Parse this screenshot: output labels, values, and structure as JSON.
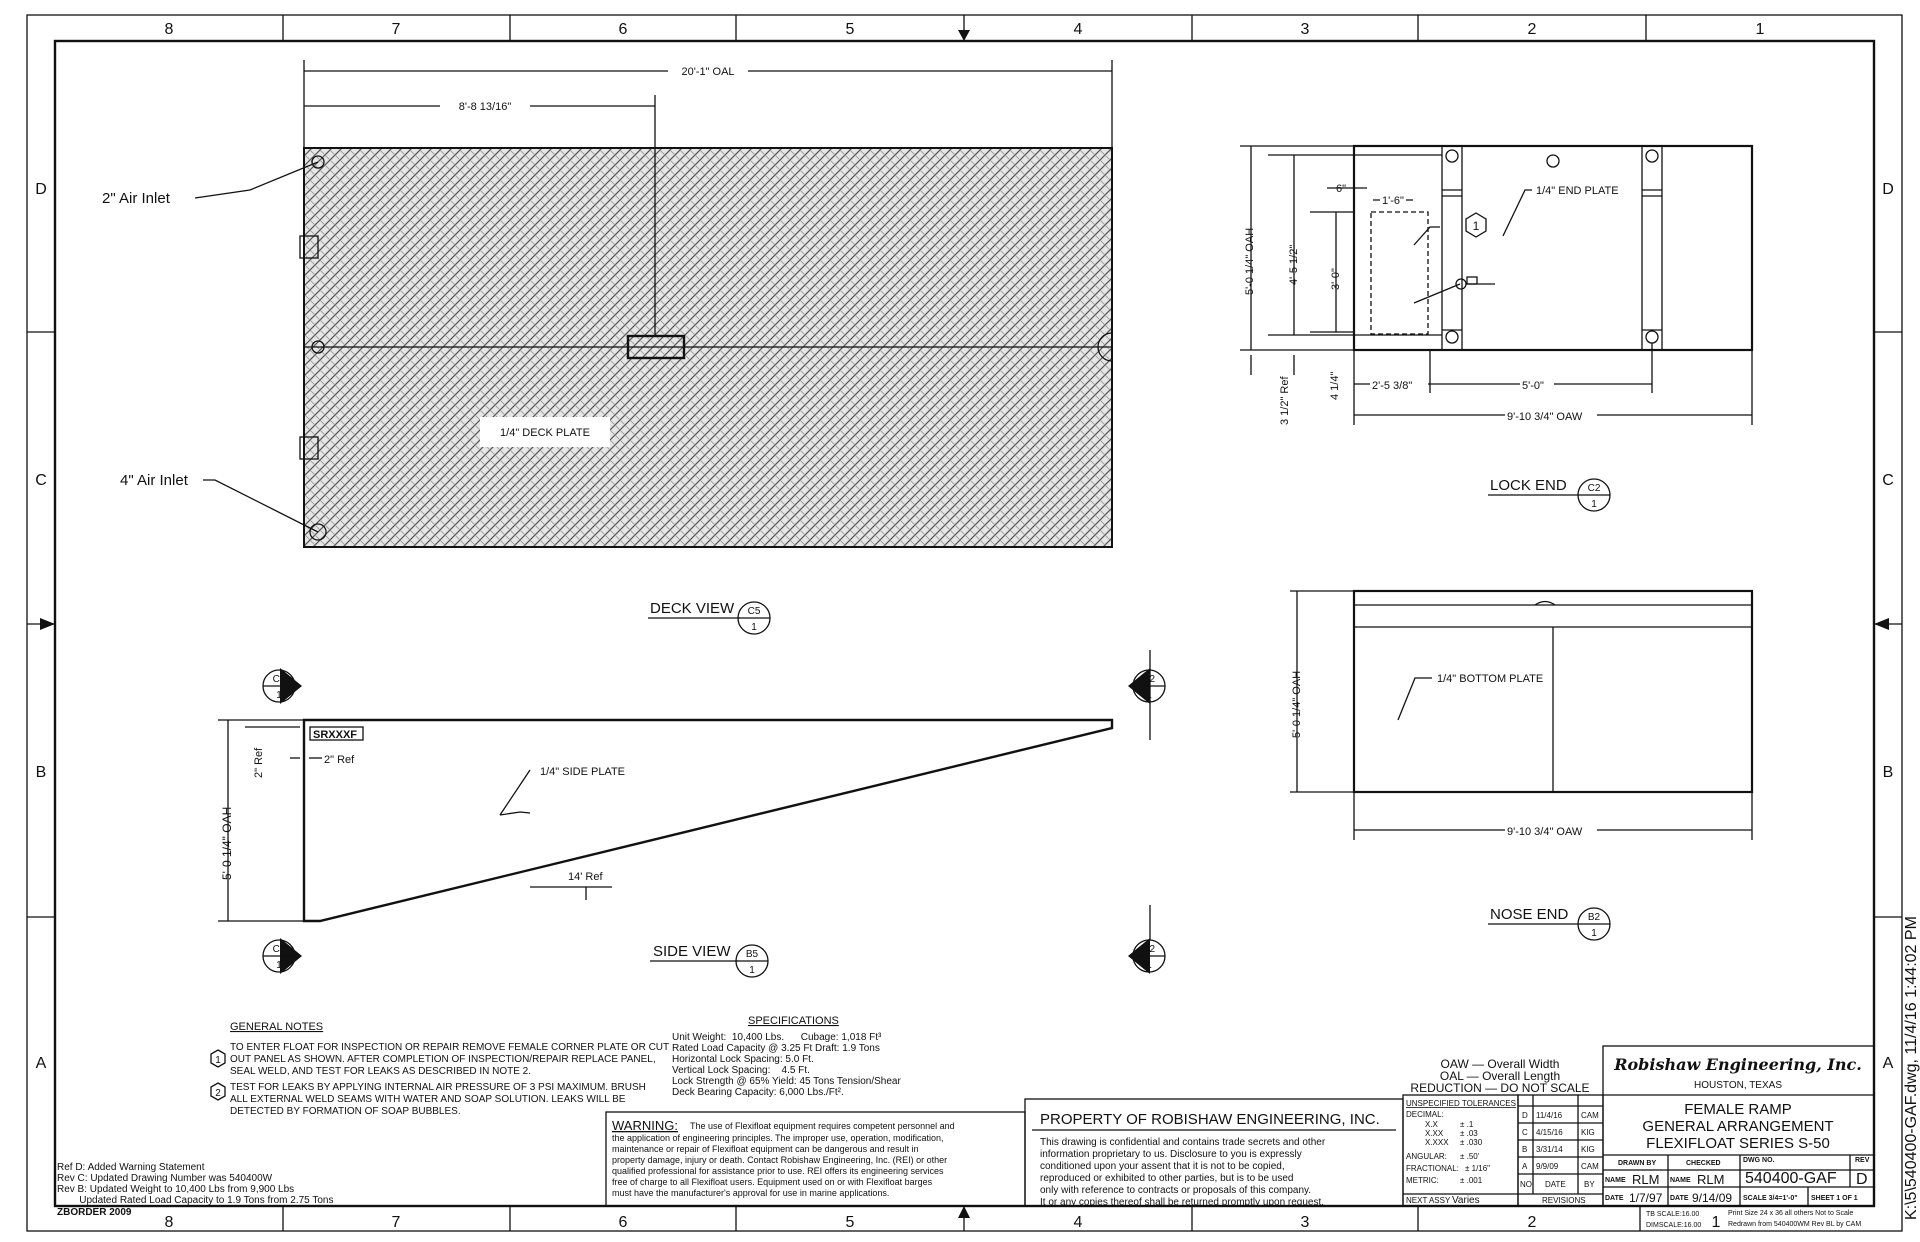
{
  "border": {
    "columns": [
      "8",
      "7",
      "6",
      "5",
      "4",
      "3",
      "2",
      "1"
    ],
    "rows": [
      "D",
      "C",
      "B",
      "A"
    ],
    "zborder": "ZBORDER 2009",
    "file_stamp": "K:\\5\\540400-GAF.dwg, 11/4/16 1:44:02 PM"
  },
  "deck_view": {
    "oal": "20'-1\" OAL",
    "offset": "8'-8 13/16\"",
    "air_inlet_2": "2\" Air Inlet",
    "air_inlet_4": "4\" Air Inlet",
    "plate": "1/4\" DECK PLATE",
    "title": "DECK VIEW",
    "ref_top": "C5",
    "ref_bottom": "1"
  },
  "side_view": {
    "tag": "SRXXXF",
    "height": "5'-0 1/4\" OAH",
    "ref_2_v": "2\" Ref",
    "ref_2_h": "2\" Ref",
    "plate": "1/4\" SIDE PLATE",
    "ref_14": "14' Ref",
    "title": "SIDE VIEW",
    "ref_top": "B5",
    "ref_bottom": "1",
    "section_left_top": "C7",
    "section_right_top": "B2",
    "section_bottom": "1"
  },
  "lock_end": {
    "height": "5'-0 1/4\" OAH",
    "dim_4_5": "4'-5 1/2\"",
    "dim_3_0": "3'-0\"",
    "dim_6": "6\"",
    "dim_1_6": "1'-6\"",
    "dim_3_5_ref": "3 1/2\" Ref",
    "dim_4_25": "4 1/4\"",
    "dim_2_5": "2'-5 3/8\"",
    "dim_5_0": "5'-0\"",
    "oaw": "9'-10 3/4\" OAW",
    "plate": "1/4\" END PLATE",
    "note_marker": "1",
    "title": "LOCK END",
    "ref_top": "C2",
    "ref_bottom": "1"
  },
  "nose_end": {
    "height": "5'-0 1/4\" OAH",
    "plate": "1/4\" BOTTOM PLATE",
    "oaw": "9'-10 3/4\" OAW",
    "title": "NOSE END",
    "ref_top": "B2",
    "ref_bottom": "1"
  },
  "general_notes": {
    "title": "GENERAL NOTES",
    "notes": [
      {
        "num": "1",
        "lines": [
          "TO ENTER FLOAT FOR INSPECTION OR REPAIR REMOVE FEMALE CORNER PLATE OR CUT",
          "OUT PANEL AS SHOWN.  AFTER COMPLETION OF INSPECTION/REPAIR REPLACE PANEL,",
          "SEAL WELD, AND TEST FOR LEAKS AS DESCRIBED IN NOTE 2."
        ]
      },
      {
        "num": "2",
        "lines": [
          "TEST FOR LEAKS BY APPLYING INTERNAL AIR PRESSURE OF 3 PSI MAXIMUM. BRUSH",
          "ALL EXTERNAL WELD SEAMS WITH WATER AND SOAP SOLUTION. LEAKS WILL BE",
          "DETECTED BY FORMATION OF SOAP BUBBLES."
        ]
      }
    ]
  },
  "specifications": {
    "title": "SPECIFICATIONS",
    "lines": [
      "Unit Weight:  10,400 Lbs.      Cubage: 1,018 Ft³",
      "Rated Load Capacity @ 3.25 Ft  Draft: 1.9 Tons",
      "Horizontal Lock Spacing: 5.0 Ft.",
      "Vertical Lock Spacing:    4.5 Ft.",
      "Lock Strength @ 65% Yield:  45 Tons Tension/Shear",
      "Deck Bearing Capacity: 6,000 Lbs./Ft²."
    ]
  },
  "revision_notes": [
    "Ref D: Added Warning Statement",
    "Rev C: Updated Drawing Number was 540400W",
    "Rev B: Updated Weight to 10,400 Lbs from 9,900 Lbs",
    "        Updated Rated Load Capacity to 1.9 Tons from 2.75 Tons"
  ],
  "warning": {
    "label": "WARNING:",
    "lines": [
      "The use of Flexifloat equipment requires competent personnel and",
      "the application of engineering principles. The improper use, operation, modification,",
      "maintenance or repair of Flexifloat equipment can be dangerous and result in",
      "property damage, injury or death. Contact Robishaw Engineering, Inc. (REI) or other",
      "qualified professional for assistance prior to use. REI offers its engineering services",
      "free of charge to all Flexifloat users. Equipment used on or with Flexifloat barges",
      "must have the manufacturer's approval for use in marine applications."
    ]
  },
  "property": {
    "title": "PROPERTY OF ROBISHAW ENGINEERING, INC.",
    "lines": [
      "This drawing is confidential and contains trade secrets and other",
      "information proprietary to us.  Disclosure to you is expressly",
      "conditioned upon your assent that it is not to be copied,",
      "reproduced or exhibited to other parties, but is to be used",
      "only with reference to contracts or proposals of this company.",
      "It or any copies thereof shall be returned promptly upon request."
    ]
  },
  "legend": [
    "OAW  —  Overall Width",
    "OAL  —  Overall Length",
    "REDUCTION  —  DO  NOT  SCALE"
  ],
  "tolerances": {
    "title": "UNSPECIFIED TOLERANCES",
    "decimal": "DECIMAL:",
    "rows": [
      {
        "k": "X.X",
        "v": "± .1"
      },
      {
        "k": "X.XX",
        "v": "± .03"
      },
      {
        "k": "X.XXX",
        "v": "± .030"
      },
      {
        "k": "ANGULAR:",
        "v": "± .50'"
      },
      {
        "k": "FRACTIONAL:",
        "v": "± 1/16\""
      },
      {
        "k": "METRIC:",
        "v": "± .001"
      }
    ],
    "next_assy_label": "NEXT ASSY",
    "next_assy": "Varies"
  },
  "revisions": {
    "rows": [
      {
        "no": "D",
        "date": "11/4/16",
        "by": "CAM"
      },
      {
        "no": "C",
        "date": "4/15/16",
        "by": "KIG"
      },
      {
        "no": "B",
        "date": "3/31/14",
        "by": "KIG"
      },
      {
        "no": "A",
        "date": "9/9/09",
        "by": "CAM"
      }
    ],
    "h_no": "NO.",
    "h_date": "DATE",
    "h_by": "BY",
    "label": "REVISIONS"
  },
  "title_block": {
    "company": "Robishaw Engineering, Inc.",
    "location": "HOUSTON, TEXAS",
    "title_lines": [
      "FEMALE RAMP",
      "GENERAL ARRANGEMENT",
      "FLEXIFLOAT SERIES S-50"
    ],
    "drawn_by_label": "DRAWN BY",
    "checked_label": "CHECKED",
    "dwg_no_label": "DWG NO.",
    "rev_label": "REV",
    "name_label": "NAME",
    "date_label": "DATE",
    "drawn_by": "RLM",
    "checked_by": "RLM",
    "drawn_date": "1/7/97",
    "checked_date": "9/14/09",
    "dwg_no": "540400-GAF",
    "rev": "D",
    "scale": "SCALE 3/4=1'-0\"",
    "sheet": "SHEET 1  OF 1",
    "tb_scale": "TB SCALE:16.00",
    "dimscale": "DIMSCALE:16.00",
    "print_size": "Print Size 24 x 36 all others Not to Scale",
    "redrawn": "Redrawn from 540400WM Rev BL by CAM"
  }
}
